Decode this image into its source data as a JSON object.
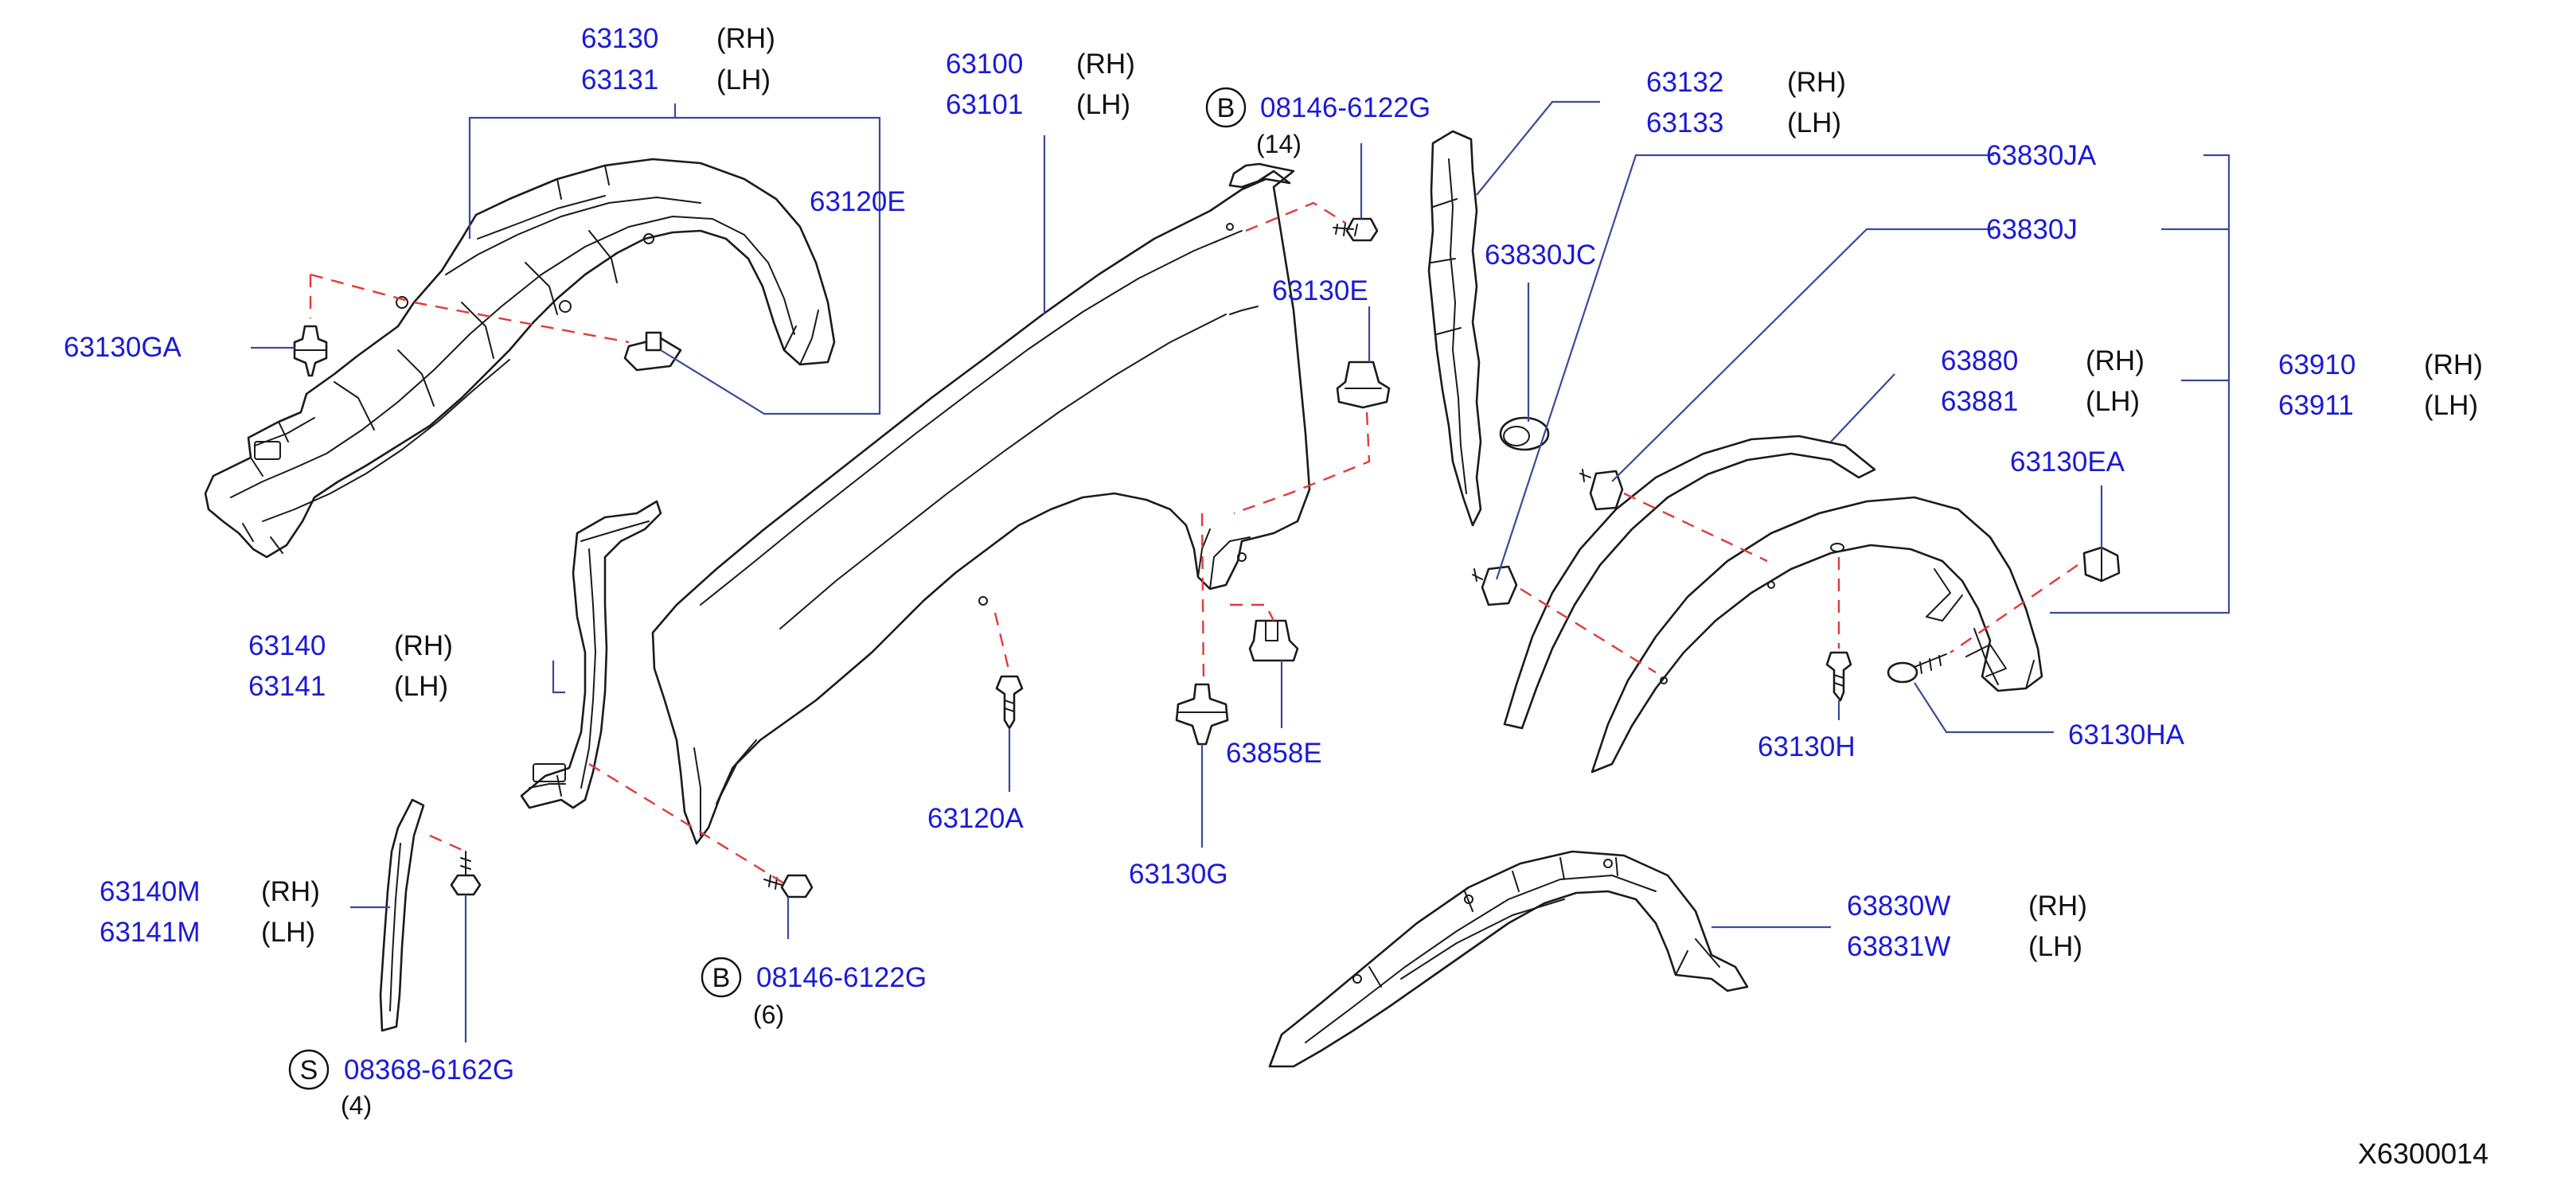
{
  "labels": {
    "p63130": "63130",
    "p63130_side": "(RH)",
    "p63131": "63131",
    "p63131_side": "(LH)",
    "p63120E": "63120E",
    "p63130GA": "63130GA",
    "p63100": "63100",
    "p63100_side": "(RH)",
    "p63101": "63101",
    "p63101_side": "(LH)",
    "p08146_top": "08146-6122G",
    "p08146_top_letter": "B",
    "p08146_top_qty": "(14)",
    "p63130E": "63130E",
    "p63132": "63132",
    "p63132_side": "(RH)",
    "p63133": "63133",
    "p63133_side": "(LH)",
    "p63830JC": "63830JC",
    "p63830JA": "63830JA",
    "p63830J": "63830J",
    "p63880": "63880",
    "p63880_side": "(RH)",
    "p63881": "63881",
    "p63881_side": "(LH)",
    "p63910": "63910",
    "p63910_side": "(RH)",
    "p63911": "63911",
    "p63911_side": "(LH)",
    "p63130EA": "63130EA",
    "p63140": "63140",
    "p63140_side": "(RH)",
    "p63141": "63141",
    "p63141_side": "(LH)",
    "p63858E": "63858E",
    "p63130H": "63130H",
    "p63130HA": "63130HA",
    "p63120A": "63120A",
    "p63130G": "63130G",
    "p63140M": "63140M",
    "p63140M_side": "(RH)",
    "p63141M": "63141M",
    "p63141M_side": "(LH)",
    "p08146_bot": "08146-6122G",
    "p08146_bot_letter": "B",
    "p08146_bot_qty": "(6)",
    "p08368": "08368-6162G",
    "p08368_letter": "S",
    "p08368_qty": "(4)",
    "p63830W": "63830W",
    "p63830W_side": "(RH)",
    "p63831W": "63831W",
    "p63831W_side": "(LH)",
    "diagram_ref": "X6300014"
  },
  "colors": {
    "part_number": "#1a1ad6",
    "leader_line": "#3a4a9a",
    "dashed_guide": "#e23a3a"
  }
}
